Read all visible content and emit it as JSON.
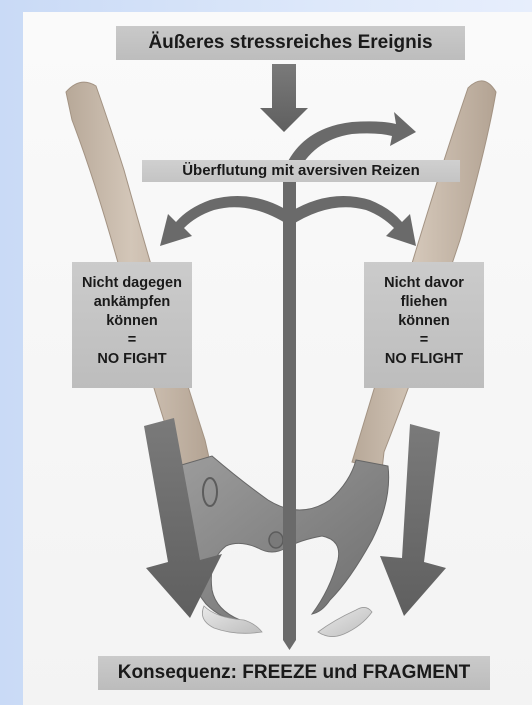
{
  "title": "Äußeres stressreiches Ereignis",
  "flood_label": "Überflutung mit aversiven Reizen",
  "left_box": {
    "lines": [
      "Nicht dagegen",
      "ankämpfen",
      "können",
      "=",
      "NO FIGHT"
    ]
  },
  "right_box": {
    "lines": [
      "Nicht davor",
      "fliehen",
      "können",
      "=",
      "NO FLIGHT"
    ]
  },
  "consequence": "Konsequenz: FREEZE und FRAGMENT",
  "colors": {
    "arrow": "#6f6f6f",
    "handle": "#c2b4a6",
    "pincer_head": "#8e8e8e",
    "box": "#c4c4c4",
    "page_bg": "#cbdcf6"
  },
  "illustration": "pincers-icon"
}
